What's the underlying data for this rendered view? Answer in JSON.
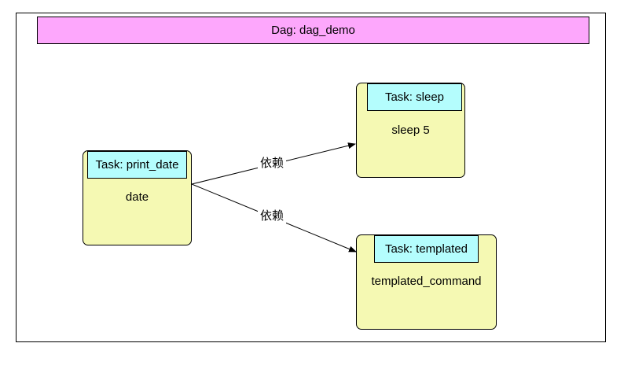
{
  "dag": {
    "title": "Dag: dag_demo"
  },
  "tasks": {
    "print_date": {
      "title": "Task: print_date",
      "command": "date"
    },
    "sleep": {
      "title": "Task: sleep",
      "command": "sleep 5"
    },
    "templated": {
      "title": "Task: templated",
      "command": "templated_command"
    }
  },
  "edges": [
    {
      "from": "print_date",
      "to": "sleep",
      "label": "依赖"
    },
    {
      "from": "print_date",
      "to": "templated",
      "label": "依赖"
    }
  ],
  "colors": {
    "dag_header": "#fda7fc",
    "task_body": "#f5f9b3",
    "task_title": "#b4fdfd"
  }
}
